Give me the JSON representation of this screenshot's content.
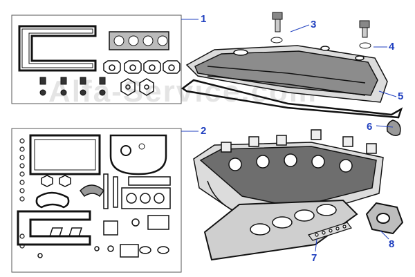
{
  "diagram": {
    "watermark": "Alfa-Service.com",
    "callouts": [
      {
        "id": "1",
        "label": "1"
      },
      {
        "id": "2",
        "label": "2"
      },
      {
        "id": "3",
        "label": "3"
      },
      {
        "id": "4",
        "label": "4"
      },
      {
        "id": "5",
        "label": "5"
      },
      {
        "id": "6",
        "label": "6"
      },
      {
        "id": "7",
        "label": "7"
      },
      {
        "id": "8",
        "label": "8"
      }
    ],
    "colors": {
      "callout": "#1f3fbf",
      "ink": "#111111",
      "panel_border": "#555555"
    }
  }
}
